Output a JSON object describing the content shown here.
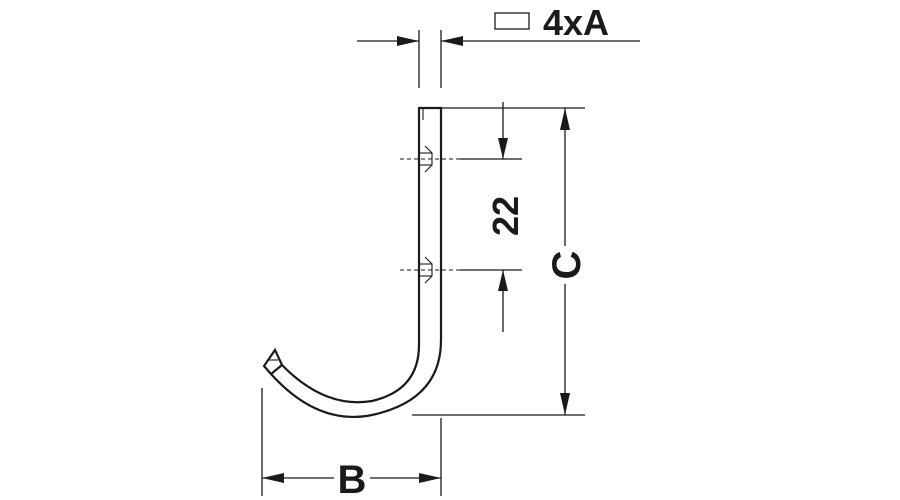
{
  "labels": {
    "profile_spec": "4xA",
    "hole_spacing": "22",
    "height": "C",
    "width": "B"
  }
}
